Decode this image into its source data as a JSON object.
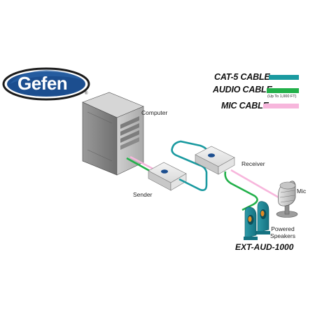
{
  "logo": {
    "text": "Gefen",
    "registered": "®"
  },
  "legend": [
    {
      "name": "CAT-5 CABLE",
      "note": "",
      "color": "#1a9aa0"
    },
    {
      "name": "AUDIO CABLE",
      "note": "(Up To 1,000 FT)",
      "color": "#22b04a"
    },
    {
      "name": "MIC CABLE",
      "note": "",
      "color": "#f7b6dc"
    }
  ],
  "devices": {
    "computer": "Computer",
    "sender": "Sender",
    "receiver": "Receiver",
    "mic": "Mic",
    "speakers": "Powered Speakers"
  },
  "model": "EXT-AUD-1000",
  "colors": {
    "cat5": "#1a9aa0",
    "audio": "#22b04a",
    "mic": "#f7b6dc",
    "logo_blue": "#1c4e8f"
  },
  "icons": [
    "computer-tower-icon",
    "sender-box-icon",
    "receiver-box-icon",
    "microphone-icon",
    "speakers-icon"
  ]
}
